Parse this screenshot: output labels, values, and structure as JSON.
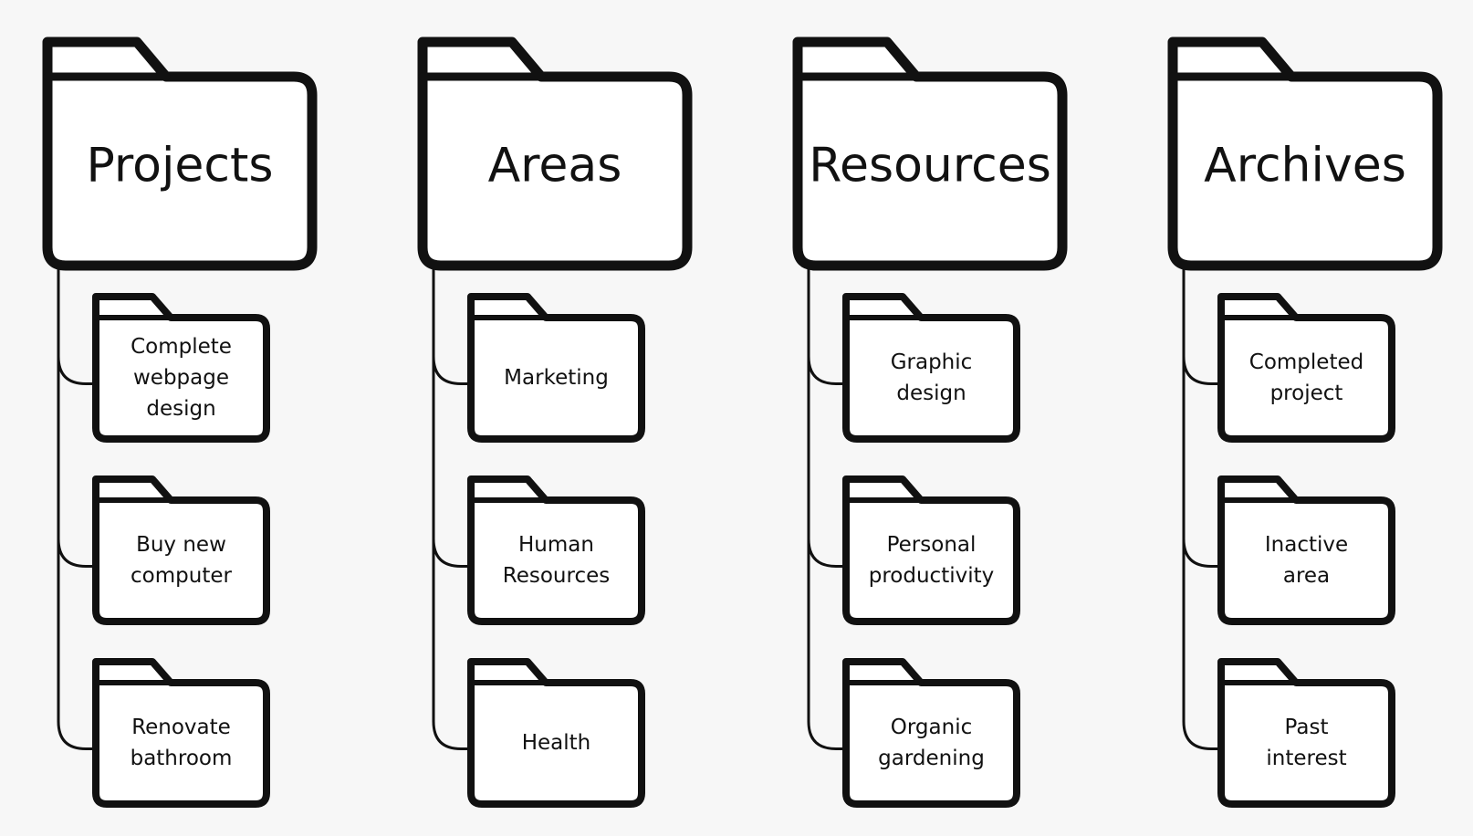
{
  "colors": {
    "background": "#f7f7f7",
    "folder_fill": "#ffffff",
    "stroke": "#111111",
    "text": "#111111"
  },
  "icon": "folder-icon",
  "categories": [
    {
      "name": "Projects",
      "items": [
        {
          "lines": [
            "Complete",
            "webpage",
            "design"
          ]
        },
        {
          "lines": [
            "Buy new",
            "computer"
          ]
        },
        {
          "lines": [
            "Renovate",
            "bathroom"
          ]
        }
      ]
    },
    {
      "name": "Areas",
      "items": [
        {
          "lines": [
            "Marketing"
          ]
        },
        {
          "lines": [
            "Human",
            "Resources"
          ]
        },
        {
          "lines": [
            "Health"
          ]
        }
      ]
    },
    {
      "name": "Resources",
      "items": [
        {
          "lines": [
            "Graphic",
            "design"
          ]
        },
        {
          "lines": [
            "Personal",
            "productivity"
          ]
        },
        {
          "lines": [
            "Organic",
            "gardening"
          ]
        }
      ]
    },
    {
      "name": "Archives",
      "items": [
        {
          "lines": [
            "Completed",
            "project"
          ]
        },
        {
          "lines": [
            "Inactive",
            "area"
          ]
        },
        {
          "lines": [
            "Past",
            "interest"
          ]
        }
      ]
    }
  ]
}
